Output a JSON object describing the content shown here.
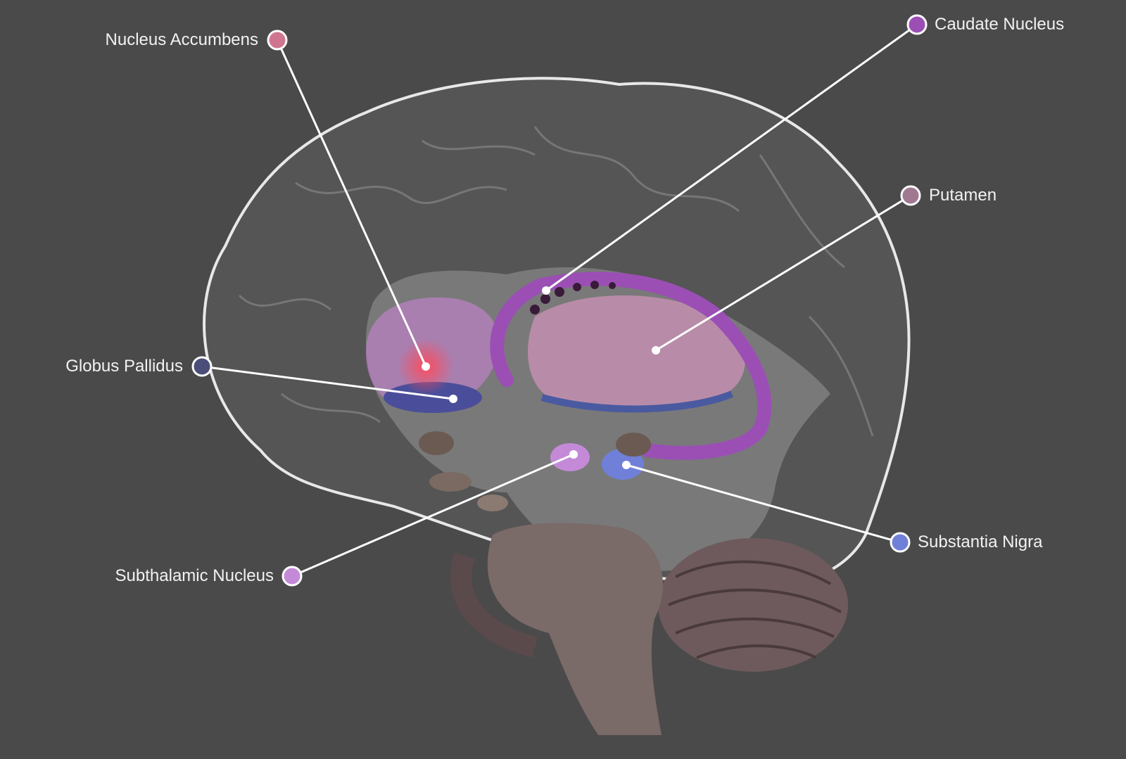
{
  "title": "Basal Ganglia",
  "labels": {
    "nucleus_accumbens": {
      "text": "Nucleus Accumbens",
      "color": "#d0758f"
    },
    "caudate_nucleus": {
      "text": "Caudate Nucleus",
      "color": "#9b4fb5"
    },
    "putamen": {
      "text": "Putamen",
      "color": "#a07890"
    },
    "globus_pallidus": {
      "text": "Globus Pallidus",
      "color": "#4a4e78"
    },
    "subthalamic_nucleus": {
      "text": "Subthalamic Nucleus",
      "color": "#c48ad8"
    },
    "substantia_nigra": {
      "text": "Substantia Nigra",
      "color": "#7080d8"
    }
  }
}
